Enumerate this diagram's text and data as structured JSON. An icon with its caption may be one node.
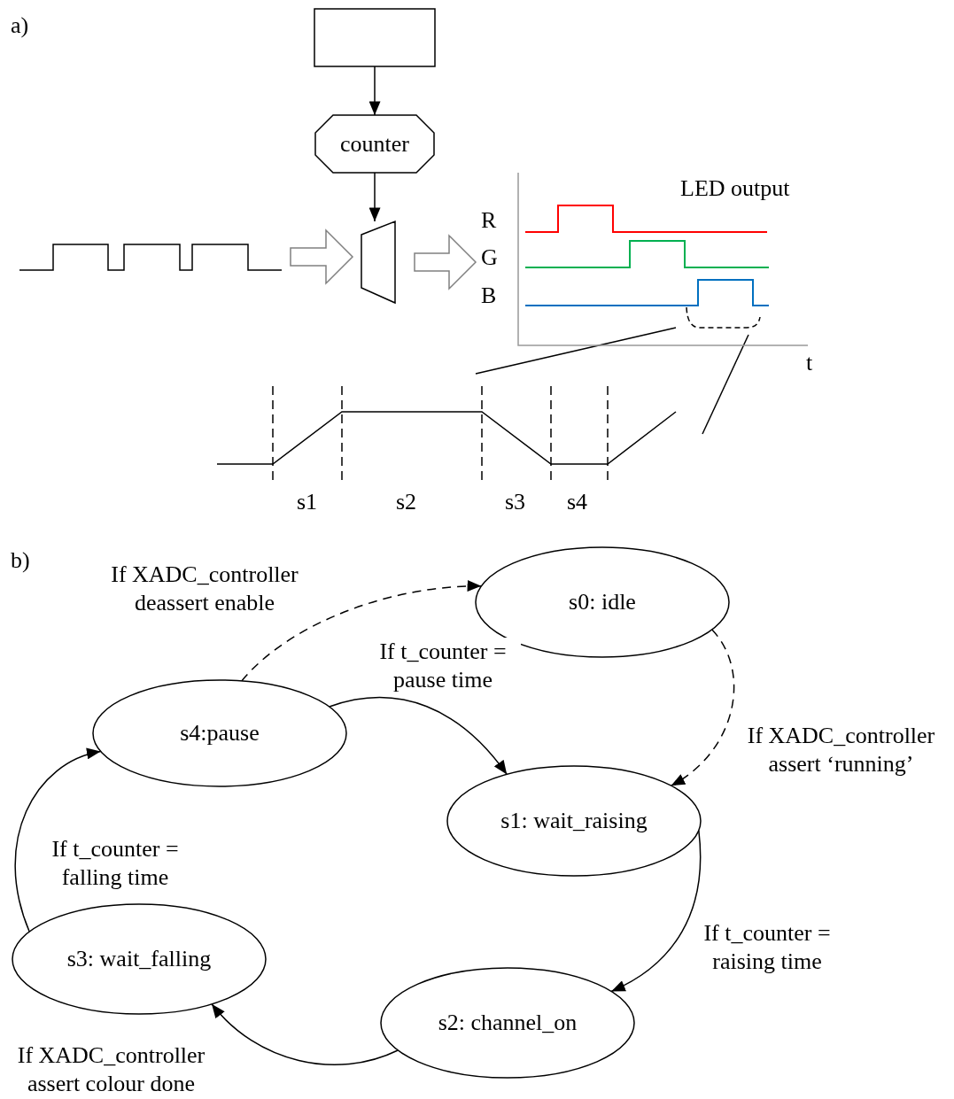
{
  "diagram": {
    "nodes": [
      {
        "text": [],
        "shape": "box"
      },
      {
        "text": [
          "counter"
        ]
      },
      {
        "text": [],
        "shape": "trapezoid"
      },
      {
        "text": [],
        "shape": "picture"
      },
      {
        "text": [],
        "shape": "picture"
      },
      {
        "text": [
          "s0: idle"
        ]
      },
      {
        "text": [
          "s1: wait_raising"
        ]
      },
      {
        "text": [
          "s2: channel_on"
        ]
      },
      {
        "text": [
          "s3: wait_falling"
        ]
      },
      {
        "text": [
          "s4:pause"
        ]
      }
    ],
    "edges": [
      {
        "from": 0,
        "to": 1,
        "arrow": "to"
      },
      {
        "from": 1,
        "to": 2,
        "arrow": "to"
      },
      {
        "from": 3,
        "to": 2,
        "arrow": "to",
        "style": "thick",
        "color": "#808080"
      },
      {
        "from": 2,
        "to": 4,
        "arrow": "to",
        "style": "thick",
        "color": "#808080"
      },
      {
        "from": 9,
        "to": 5,
        "arrow": "to",
        "style": "dashed",
        "label": "If XADC_controller deassert enable"
      },
      {
        "from": 5,
        "to": 6,
        "arrow": "to",
        "style": "dashed",
        "label": "If XADC_controller assert ‘running’"
      },
      {
        "from": 9,
        "to": 6,
        "arrow": "to",
        "label": "If t_counter = pause time"
      },
      {
        "from": 6,
        "to": 7,
        "arrow": "to",
        "label": "If t_counter = raising time"
      },
      {
        "from": 7,
        "to": 8,
        "arrow": "to",
        "label": "If XADC_controller assert colour done"
      },
      {
        "from": 8,
        "to": 9,
        "arrow": "to",
        "label": "If t_counter = falling time"
      }
    ],
    "labels": [
      "a)",
      "LED output",
      "R",
      "G",
      "B",
      "t",
      "s1",
      "s2",
      "s3",
      "s4",
      "b)"
    ]
  }
}
